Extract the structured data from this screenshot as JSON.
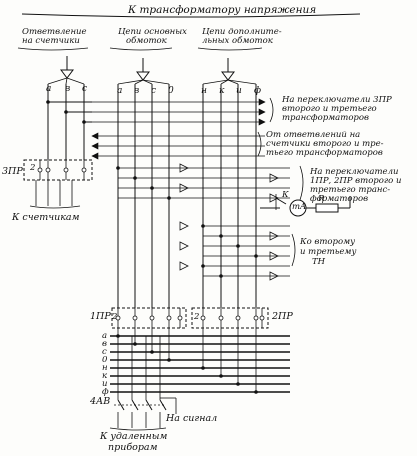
{
  "header": {
    "title": "К трансформатору напряжения"
  },
  "groups": [
    {
      "line1": "Ответвление",
      "line2": "на счетчики"
    },
    {
      "line1": "Цепи основных",
      "line2": "обмоток"
    },
    {
      "line1": "Цепи дополните-",
      "line2": "льных обмоток"
    }
  ],
  "phase_labels": {
    "counters": [
      "a",
      "в",
      "c"
    ],
    "main": [
      "a",
      "в",
      "c",
      "0"
    ],
    "additional": [
      "н",
      "к",
      "и",
      "ф"
    ]
  },
  "annotations": [
    {
      "lines": [
        "На переключатели 3ПР",
        "второго и третьего",
        "трансформаторов"
      ]
    },
    {
      "lines": [
        "От ответвлений на",
        "счетчики второго и тре-",
        "тьего трансформаторов"
      ]
    },
    {
      "lines": [
        "На переключатели",
        "1ПР, 2ПР второго и",
        "третьего транс-",
        "форматоров"
      ]
    },
    {
      "lines": [
        "Ко второму",
        "и третьему",
        "ТН"
      ]
    }
  ],
  "devices": {
    "switch_3": "3ПР",
    "switch_1": "1ПР",
    "switch_2": "2ПР",
    "breaker": "4АВ",
    "relay": "К",
    "meter": "mA",
    "resistor": "R"
  },
  "contact_marks": {
    "switch_3": "2",
    "switch_1": "2",
    "switch_2": "2"
  },
  "bus_labels": [
    "a",
    "в",
    "c",
    "0",
    "н",
    "к",
    "и",
    "ф"
  ],
  "footer": {
    "counters": "К счетчикам",
    "signal": "На сигнал",
    "remote_line1": "К удаленным",
    "remote_line2": "приборам"
  }
}
